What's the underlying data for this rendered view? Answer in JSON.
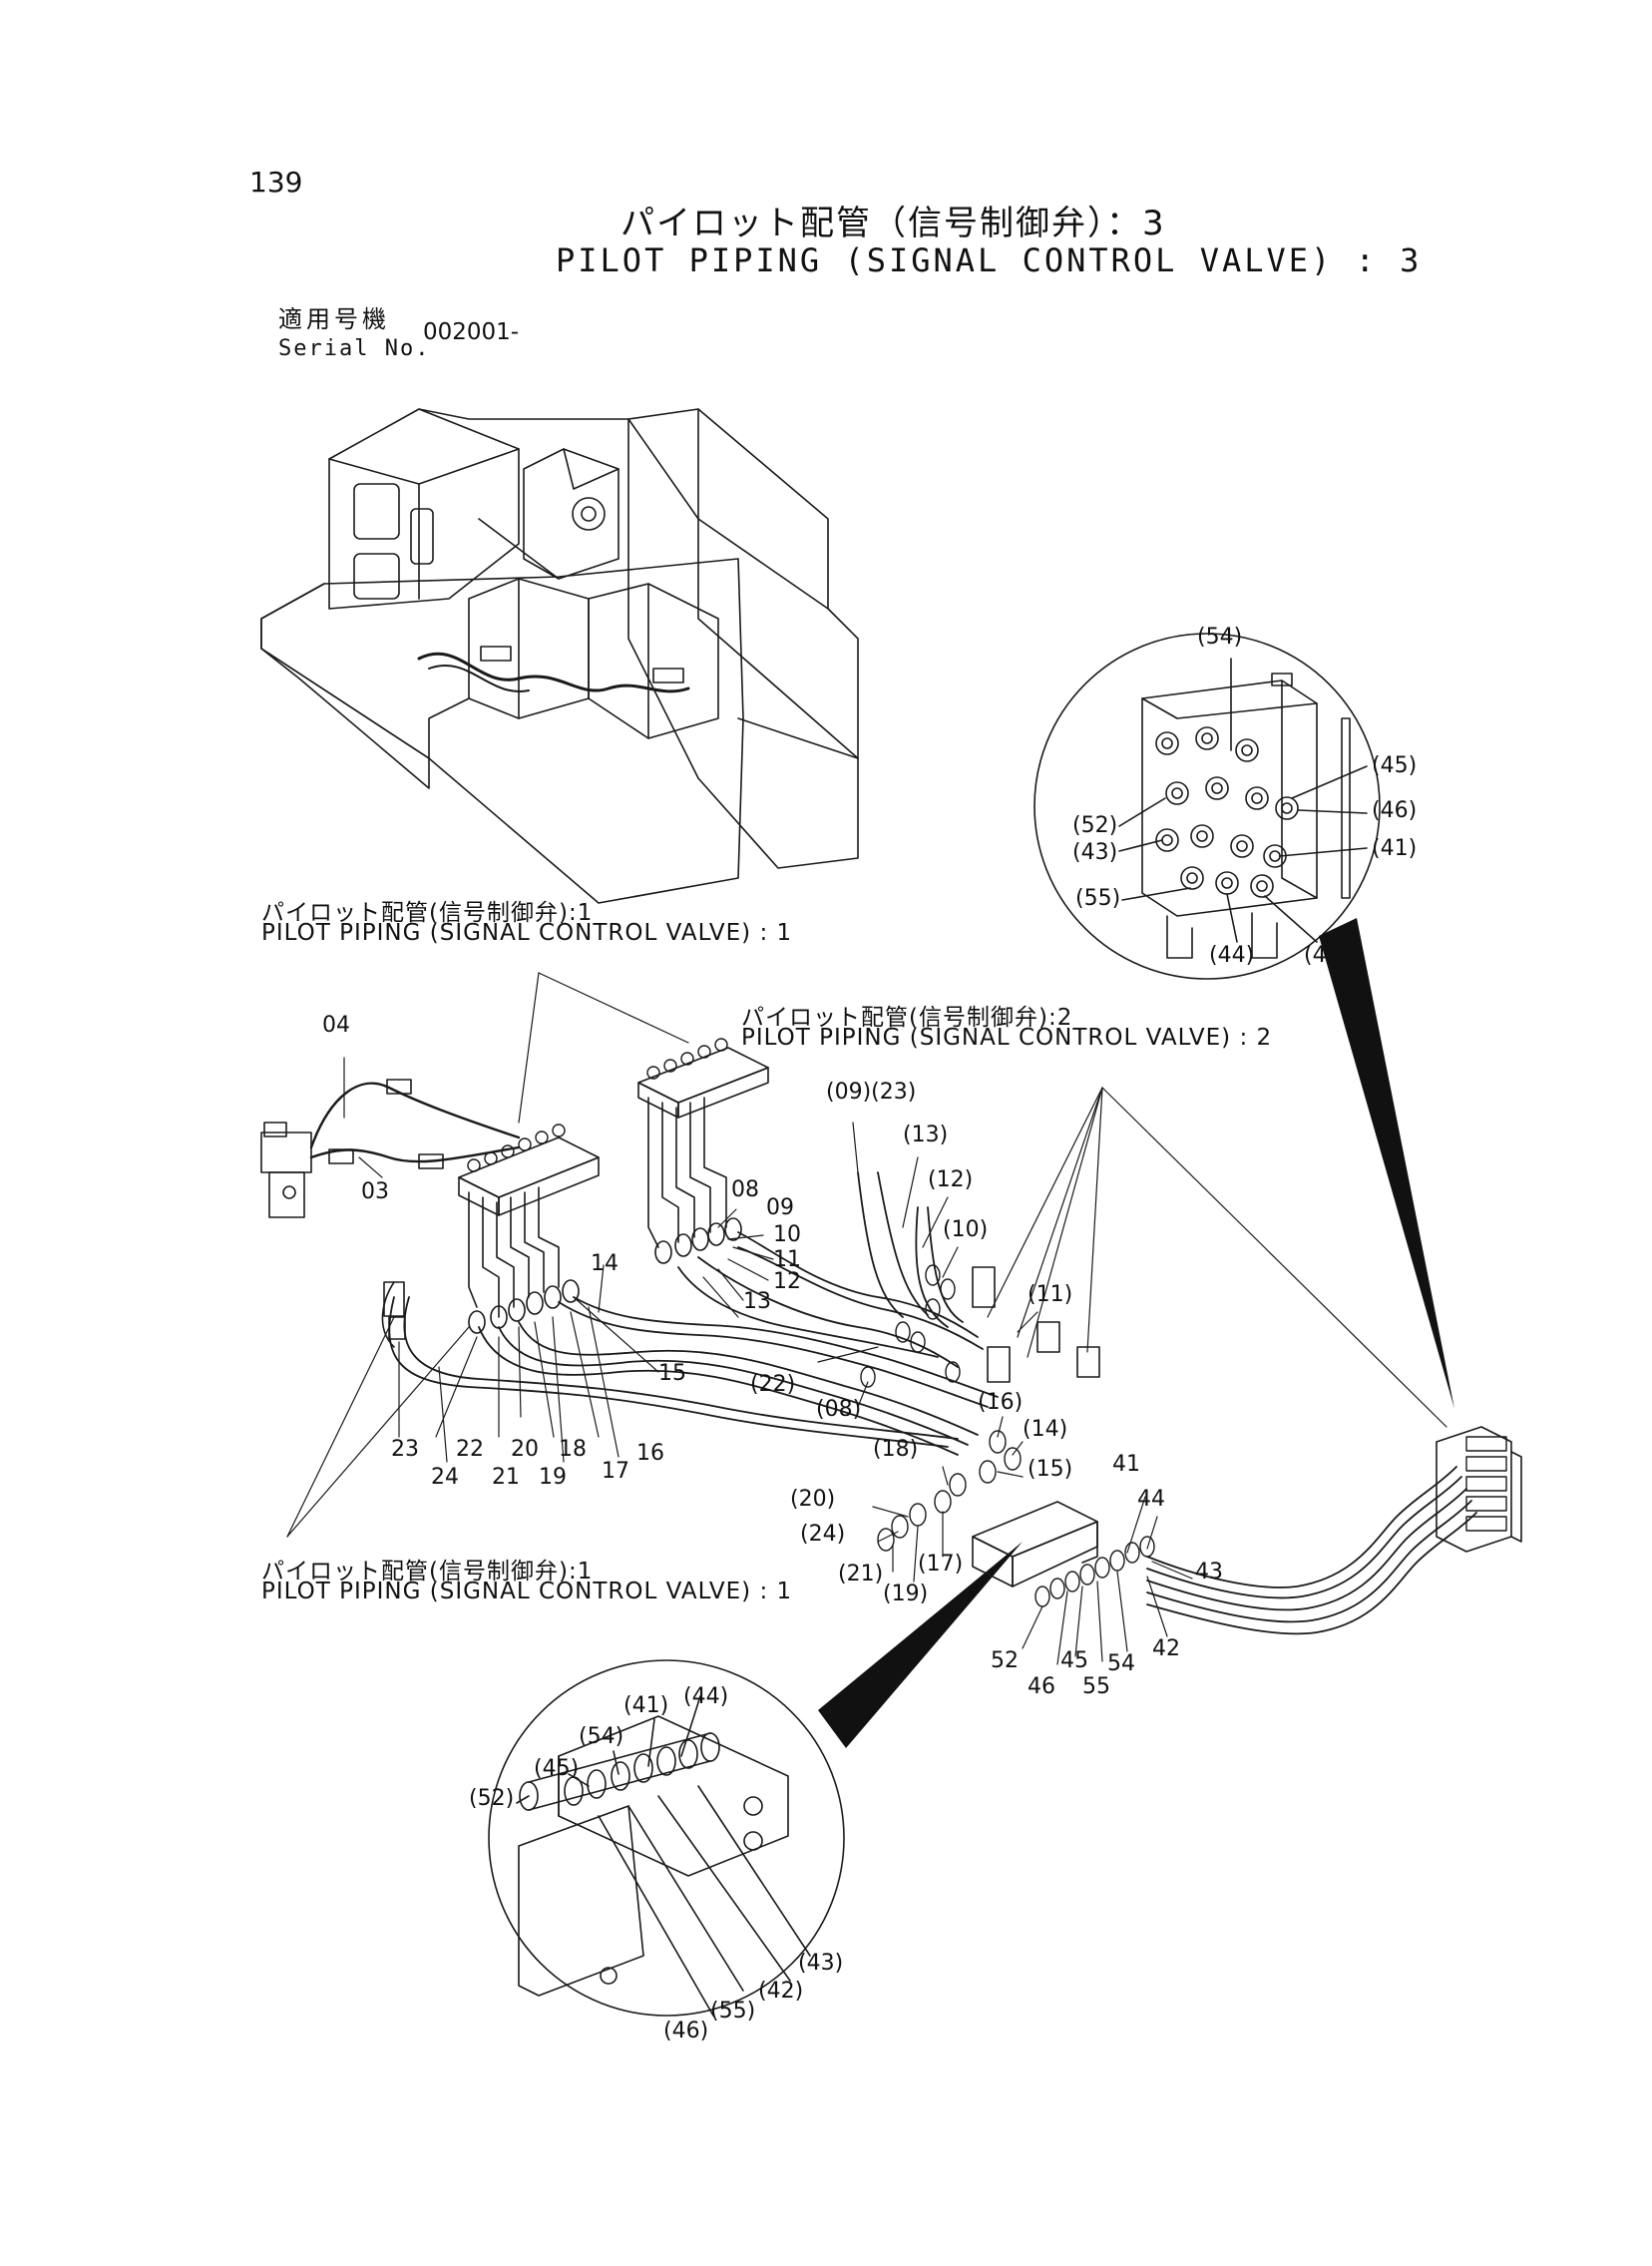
{
  "page_number": "139",
  "title_jp": "パイロット配管（信号制御弁）：3",
  "title_en": "PILOT PIPING (SIGNAL CONTROL VALVE) : 3",
  "serial": {
    "label_jp": "適用号機",
    "label_en": "Serial No.",
    "value": "002001-"
  },
  "references": [
    {
      "jp": "パイロット配管(信号制御弁):1",
      "en": "PILOT PIPING (SIGNAL CONTROL VALVE) : 1"
    },
    {
      "jp": "パイロット配管(信号制御弁):2",
      "en": "PILOT PIPING (SIGNAL CONTROL VALVE) : 2"
    },
    {
      "jp": "パイロット配管(信号制御弁):1",
      "en": "PILOT PIPING (SIGNAL CONTROL VALVE) : 1"
    }
  ],
  "part_labels": {
    "main": [
      "04",
      "03",
      "08",
      "09",
      "10",
      "11",
      "12",
      "13",
      "14",
      "15",
      "16",
      "17",
      "18",
      "19",
      "20",
      "21",
      "22",
      "23",
      "24",
      "(09)(23)",
      "(13)",
      "(12)",
      "(10)",
      "(11)",
      "(22)",
      "(08)",
      "(16)",
      "(14)",
      "(18)",
      "(15)",
      "(20)",
      "(24)",
      "(21)",
      "(19)",
      "(17)",
      "41",
      "44",
      "43",
      "42",
      "54",
      "55",
      "45",
      "46",
      "52"
    ],
    "detail_top": [
      "(54)",
      "(45)",
      "(46)",
      "(41)",
      "(52)",
      "(43)",
      "(55)",
      "(44)",
      "(42)"
    ],
    "detail_bottom": [
      "(41)",
      "(44)",
      "(54)",
      "(45)",
      "(52)",
      "(43)",
      "(42)",
      "(55)",
      "(46)"
    ]
  }
}
